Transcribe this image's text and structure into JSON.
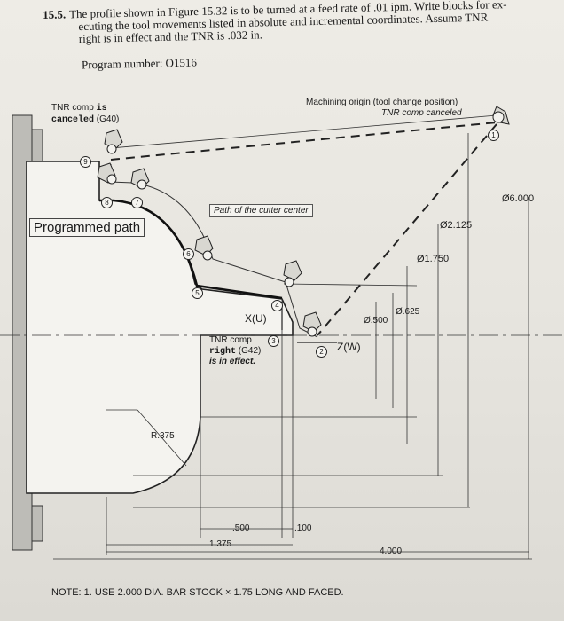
{
  "problem": {
    "number": "15.5.",
    "line1": "The profile shown in Figure 15.32 is to be turned at a feed rate of .01 ipm. Write blocks for ex-",
    "line2": "ecuting the tool movements listed in absolute and incremental coordinates. Assume TNR",
    "line3": "right is in effect and the TNR is .032 in.",
    "program_number": "Program number: O1516"
  },
  "labels": {
    "tnr_canceled_1": "TNR comp",
    "tnr_canceled_is": "is",
    "tnr_canceled_2": "canceled",
    "tnr_canceled_code": "(G40)",
    "machining_origin": "Machining origin (tool change position)",
    "tnr_comp_canceled": "TNR comp canceled",
    "programmed_path": "Programmed path",
    "cutter_center": "Path of the cutter center",
    "xu": "X(U)",
    "zw": "Z(W)",
    "tnr_right_1": "TNR comp",
    "tnr_right_2": "right",
    "tnr_right_code": "(G42)",
    "tnr_right_3": "is in effect.",
    "radius": "R.375"
  },
  "dimensions": {
    "d6000": "Ø6.000",
    "d2125": "Ø2.125",
    "d1750": "Ø1.750",
    "d625": "Ø.625",
    "d500": "Ø.500",
    "l500": ".500",
    "l100": ".100",
    "l1375": "1.375",
    "l4000": "4.000"
  },
  "points": [
    "1",
    "2",
    "3",
    "4",
    "5",
    "6",
    "7",
    "8",
    "9"
  ],
  "note": "NOTE: 1. USE 2.000 DIA. BAR STOCK × 1.75 LONG AND FACED."
}
